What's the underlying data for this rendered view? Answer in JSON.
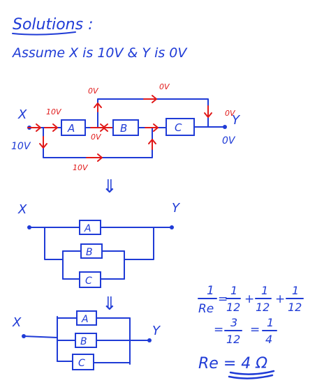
{
  "colors": {
    "ink": "#1f3bd6",
    "annotation": "#e01818",
    "background": "#ffffff"
  },
  "heading": {
    "title": "Solutions :",
    "assumption": "Assume X is 10V & Y is 0V"
  },
  "circuit1": {
    "node_x": "X",
    "node_y": "Y",
    "blocks": {
      "a": "A",
      "b": "B",
      "c": "C"
    },
    "annotations": {
      "x_voltage_left": "10V",
      "x_voltage_wire": "10V",
      "top_left": "0V",
      "top_right": "0V",
      "mid_left": "0V",
      "bottom": "10V",
      "y_top": "0V",
      "y_bottom": "0V"
    },
    "transform_arrow": "⇓"
  },
  "circuit2": {
    "node_x": "X",
    "node_y": "Y",
    "blocks": {
      "a": "A",
      "b": "B",
      "c": "C"
    },
    "transform_arrow": "⇓"
  },
  "circuit3": {
    "node_x": "X",
    "node_y": "Y",
    "blocks": {
      "a": "A",
      "b": "B",
      "c": "C"
    }
  },
  "equation": {
    "lhs_num": "1",
    "lhs_den": "Re",
    "terms": [
      {
        "num": "1",
        "den": "12"
      },
      {
        "num": "1",
        "den": "12"
      },
      {
        "num": "1",
        "den": "12"
      }
    ],
    "equals": "=",
    "plus": "+",
    "step2_num": "3",
    "step2_den": "12",
    "step3_num": "1",
    "step3_den": "4",
    "result": "Re = 4 Ω"
  }
}
